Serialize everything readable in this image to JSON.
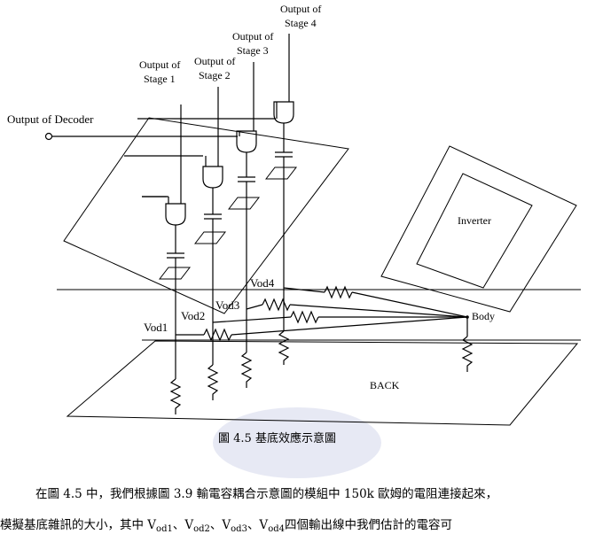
{
  "labels": {
    "output_of_decoder": "Output of Decoder",
    "stage1_line1": "Output of",
    "stage1_line2": "Stage 1",
    "stage2_line1": "Output of",
    "stage2_line2": "Stage 2",
    "stage3_line1": "Output of",
    "stage3_line2": "Stage 3",
    "stage4_line1": "Output of",
    "stage4_line2": "Stage 4",
    "inverter": "Inverter",
    "body": "Body",
    "back": "BACK",
    "vod1": "Vod1",
    "vod2": "Vod2",
    "vod3": "Vod3",
    "vod4": "Vod4"
  },
  "caption": "圖 4.5  基底效應示意圖",
  "paragraph": {
    "line1": "在圖 4.5 中，我們根據圖 3.9 輸電容耦合示意圖的模組中 150k 歐姆的電阻連接起來，",
    "line2_a": "模擬基底雜訊的大小，其中 V",
    "line2_s1": "od1",
    "line2_b": "、V",
    "line2_s2": "od2",
    "line2_c": "、V",
    "line2_s3": "od3",
    "line2_d": "、V",
    "line2_s4": "od4",
    "line2_e": "四個輸出線中我們估計的電容可"
  }
}
